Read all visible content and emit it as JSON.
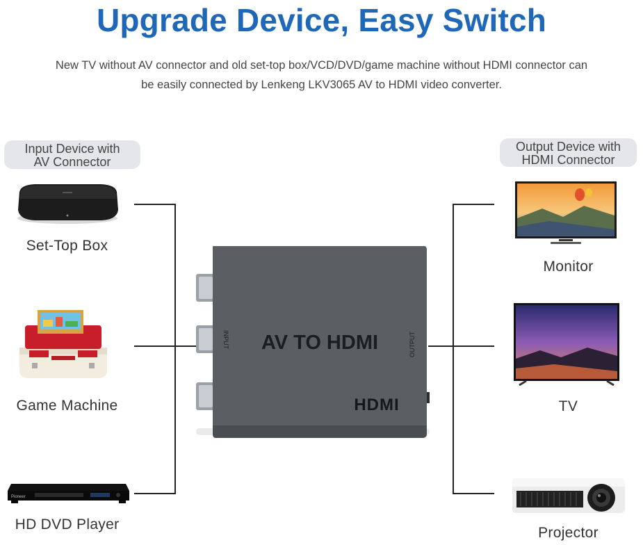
{
  "title": "Upgrade Device, Easy Switch",
  "subtitle": {
    "line1": "New TV without AV connector and old set-top box/VCD/DVD/game machine without HDMI connector can",
    "line2": "be easily connected by Lenkeng LKV3065 AV to HDMI video converter."
  },
  "input": {
    "header_line1": "Input Device with",
    "header_line2": "AV Connector",
    "devices": [
      "Set-Top Box",
      "Game Machine",
      "HD DVD Player"
    ]
  },
  "output": {
    "header_line1": "Output Device with",
    "header_line2": "HDMI Connector",
    "devices": [
      "Monitor",
      "TV",
      "Projector"
    ]
  },
  "converter": {
    "main_label": "AV TO HDMI",
    "input_label": "INPUT",
    "output_label": "OUTPUT",
    "logo": "HDMI",
    "dvd_brand": "Pioneer"
  },
  "colors": {
    "title": "#1f67b7",
    "converter_body": "#55595e",
    "pill_bg": "#e4e6e9"
  }
}
